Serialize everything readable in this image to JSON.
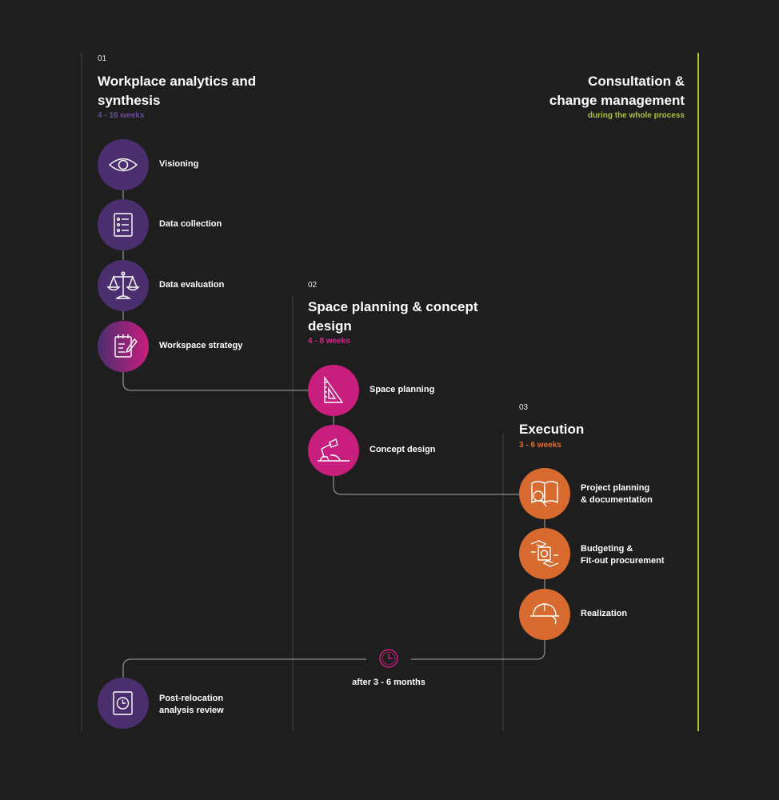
{
  "colors": {
    "background": "#1e1e1e",
    "phase1": "#4a2e6e",
    "phase1_text": "#6a4a9a",
    "phase2": "#c81e7e",
    "phase2_text": "#d6268a",
    "phase3": "#d96a2f",
    "phase3_text": "#e07030",
    "consultation": "#a9c23f",
    "connector": "#8a8a8a",
    "divider": "#444444"
  },
  "phase1": {
    "number": "01",
    "title_line1": "Workplace analytics and",
    "title_line2": "synthesis",
    "duration": "4 - 16 weeks",
    "steps": [
      {
        "label": "Visioning",
        "icon": "eye-icon"
      },
      {
        "label": "Data collection",
        "icon": "document-list-icon"
      },
      {
        "label": "Data evaluation",
        "icon": "scales-icon"
      },
      {
        "label": "Workspace strategy",
        "icon": "notepad-pencil-icon"
      }
    ]
  },
  "phase2": {
    "number": "02",
    "title_line1": "Space planning & concept",
    "title_line2": "design",
    "duration": "4 - 8 weeks",
    "steps": [
      {
        "label": "Space planning",
        "icon": "set-square-icon"
      },
      {
        "label": "Concept design",
        "icon": "desk-lamp-icon"
      }
    ]
  },
  "phase3": {
    "number": "03",
    "title": "Execution",
    "duration": "3 - 6 weeks",
    "steps": [
      {
        "label_line1": "Project planning",
        "label_line2": "& documentation",
        "icon": "book-magnifier-icon"
      },
      {
        "label_line1": "Budgeting &",
        "label_line2": "Fit-out procurement",
        "icon": "money-hands-icon"
      },
      {
        "label_line1": "Realization",
        "label_line2": "",
        "icon": "hard-hat-icon"
      }
    ]
  },
  "consultation": {
    "title_line1": "Consultation &",
    "title_line2": "change management",
    "subtitle": "during the whole process"
  },
  "followup": {
    "delay": "after 3 - 6 months",
    "icon": "clock-icon",
    "label_line1": "Post-relocation",
    "label_line2": "analysis review",
    "node_icon": "clock-document-icon"
  }
}
